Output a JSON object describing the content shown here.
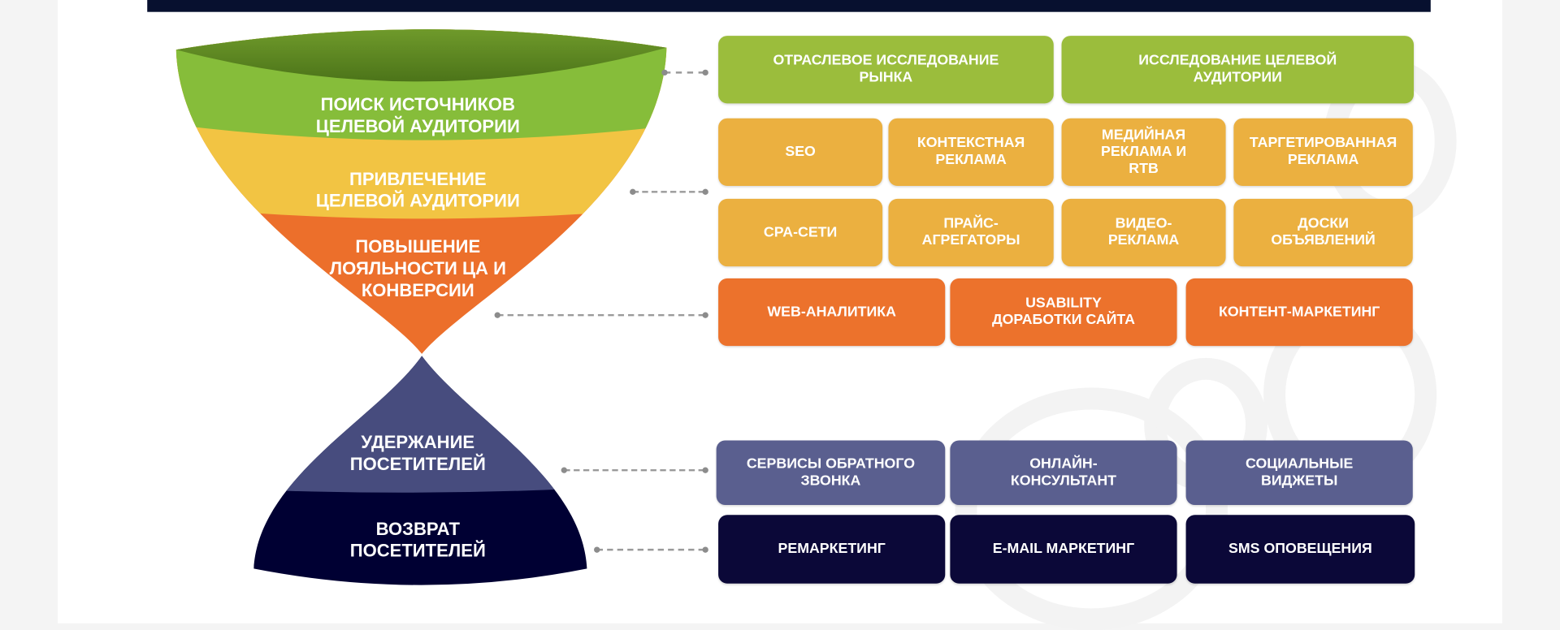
{
  "colors": {
    "green": "#9bbd3c",
    "yellow": "#ebb040",
    "orange": "#ec722c",
    "purple": "#5a5f8f",
    "navy": "#0b0838"
  },
  "funnel": {
    "stages": [
      {
        "label": "ПОИСК ИСТОЧНИКОВ\nЦЕЛЕВОЙ АУДИТОРИИ"
      },
      {
        "label": "ПРИВЛЕЧЕНИЕ\nЦЕЛЕВОЙ АУДИТОРИИ"
      },
      {
        "label": "ПОВЫШЕНИЕ\nЛОЯЛЬНОСТИ ЦА И\nКОНВЕРСИИ"
      },
      {
        "label": "УДЕРЖАНИЕ\nПОСЕТИТЕЛЕЙ"
      },
      {
        "label": "ВОЗВРАТ\nПОСЕТИТЕЛЕЙ"
      }
    ]
  },
  "tools": {
    "row1": [
      "ОТРАСЛЕВОЕ ИССЛЕДОВАНИЕ\nРЫНКА",
      "ИССЛЕДОВАНИЕ ЦЕЛЕВОЙ\nАУДИТОРИИ"
    ],
    "row2": [
      "SEO",
      "КОНТЕКСТНАЯ\nРЕКЛАМА",
      "МЕДИЙНАЯ\nРЕКЛАМА И\nRTB",
      "ТАРГЕТИРОВАННАЯ\nРЕКЛАМА"
    ],
    "row3": [
      "CPA-СЕТИ",
      "ПРАЙС-\nАГРЕГАТОРЫ",
      "ВИДЕО-\nРЕКЛАМА",
      "ДОСКИ\nОБЪЯВЛЕНИЙ"
    ],
    "row4": [
      "WEB-АНАЛИТИКА",
      "USABILITY\nДОРАБОТКИ САЙТА",
      "КОНТЕНТ-МАРКЕТИНГ"
    ],
    "row5": [
      "СЕРВИСЫ ОБРАТНОГО\nЗВОНКА",
      "ОНЛАЙН-\nКОНСУЛЬТАНТ",
      "СОЦИАЛЬНЫЕ\nВИДЖЕТЫ"
    ],
    "row6": [
      "РЕМАРКЕТИНГ",
      "E-MAIL МАРКЕТИНГ",
      "SMS ОПОВЕЩЕНИЯ"
    ]
  }
}
